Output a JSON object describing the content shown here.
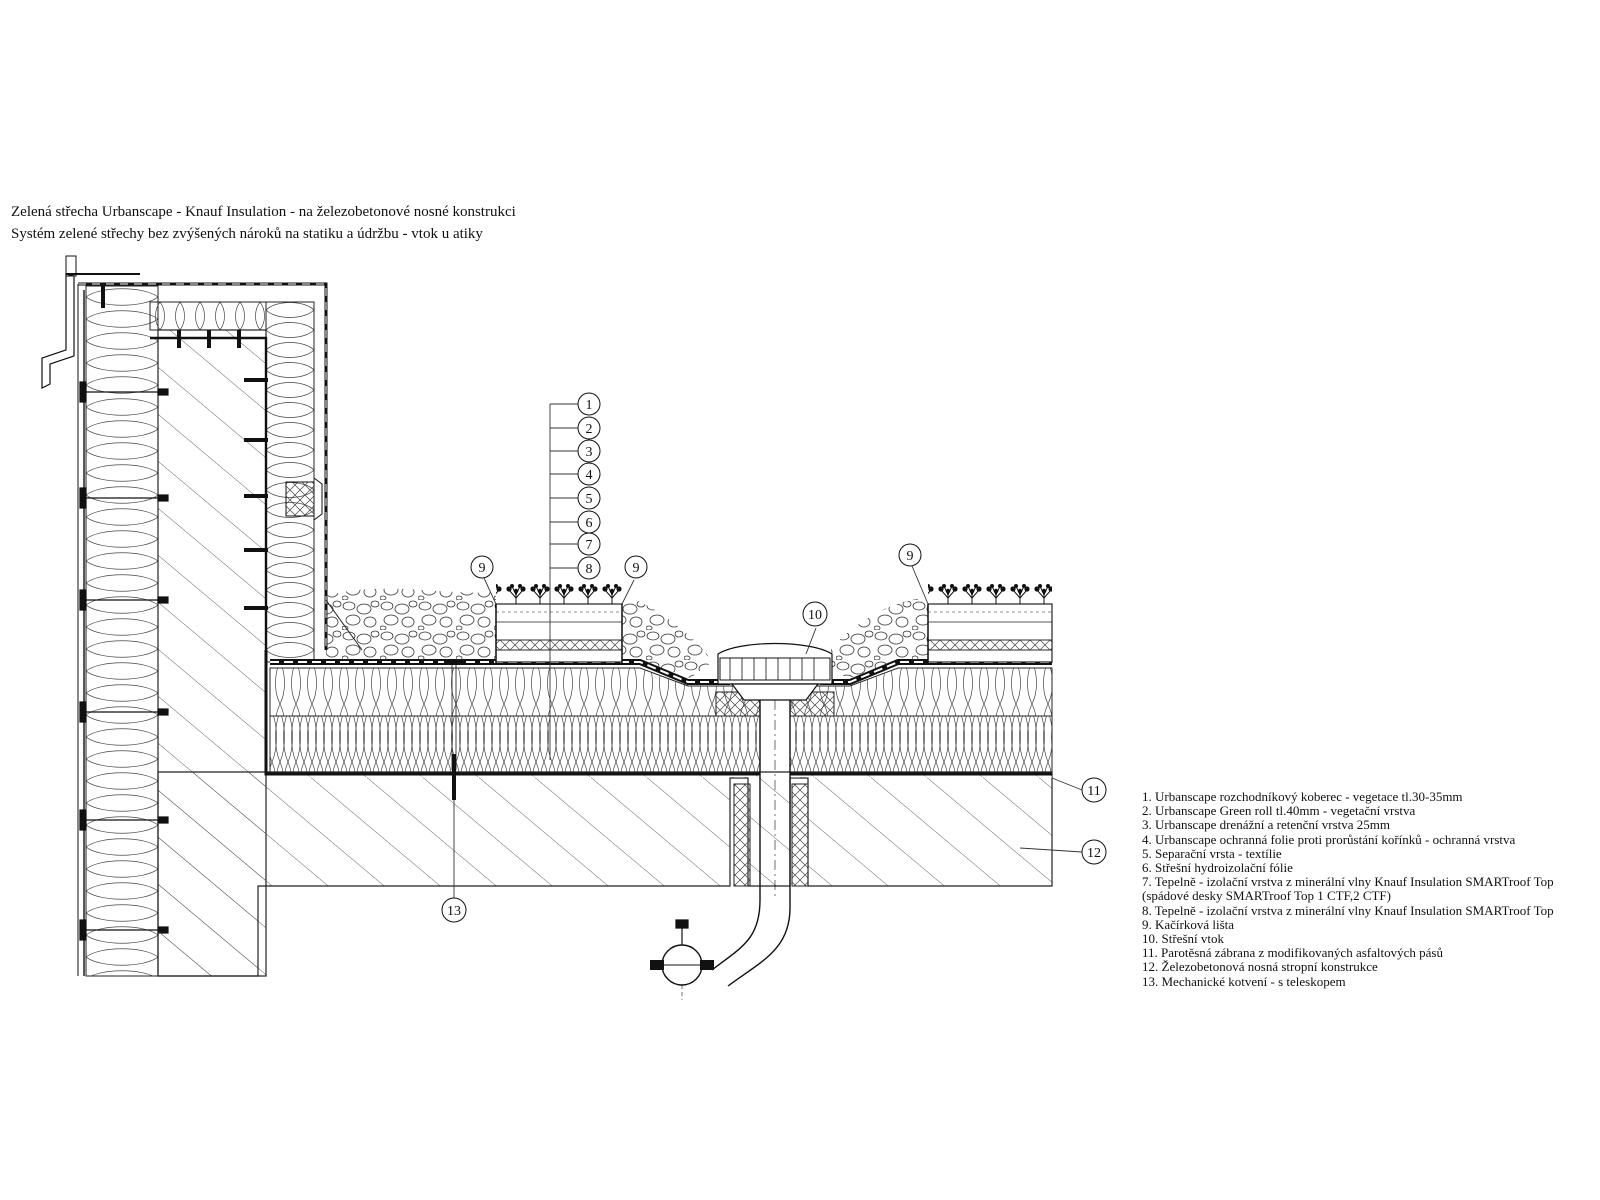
{
  "title": {
    "line1": "Zelená střecha Urbanscape - Knauf Insulation - na železobetonové nosné konstrukci",
    "line2": "Systém zelené střechy bez zvýšených nároků na statiku a údržbu - vtok u atiky"
  },
  "callouts": {
    "stack": [
      "1",
      "2",
      "3",
      "4",
      "5",
      "6",
      "7",
      "8"
    ],
    "edge_strip_left": "9",
    "edge_strip_mid": "9",
    "edge_strip_right": "9",
    "roof_drain": "10",
    "vapour_barrier": "11",
    "concrete_slab": "12",
    "anchoring": "13"
  },
  "legend": [
    "1. Urbanscape rozchodníkový koberec - vegetace tl.30-35mm",
    "2. Urbanscape Green roll tl.40mm - vegetační vrstva",
    "3. Urbanscape drenážní a retenční vrstva 25mm",
    "4. Urbanscape ochranná folie proti prorůstání kořínků - ochranná vrstva",
    "5. Separační vrsta - textílie",
    "6. Střešní hydroizolační fólie",
    "7. Tepelně - izolační vrstva z minerální vlny Knauf Insulation SMARTroof Top",
    "(spádové desky SMARTroof Top 1 CTF,2 CTF)",
    "8. Tepelně - izolační vrstva z minerální vlny Knauf Insulation SMARTroof Top",
    "9. Kačírková lišta",
    "10. Střešní vtok",
    "11. Parotěsná zábrana z modifikovaných asfaltových pásů",
    "12. Železobetonová nosná stropní konstrukce",
    "13. Mechanické kotvení - s teleskopem"
  ]
}
